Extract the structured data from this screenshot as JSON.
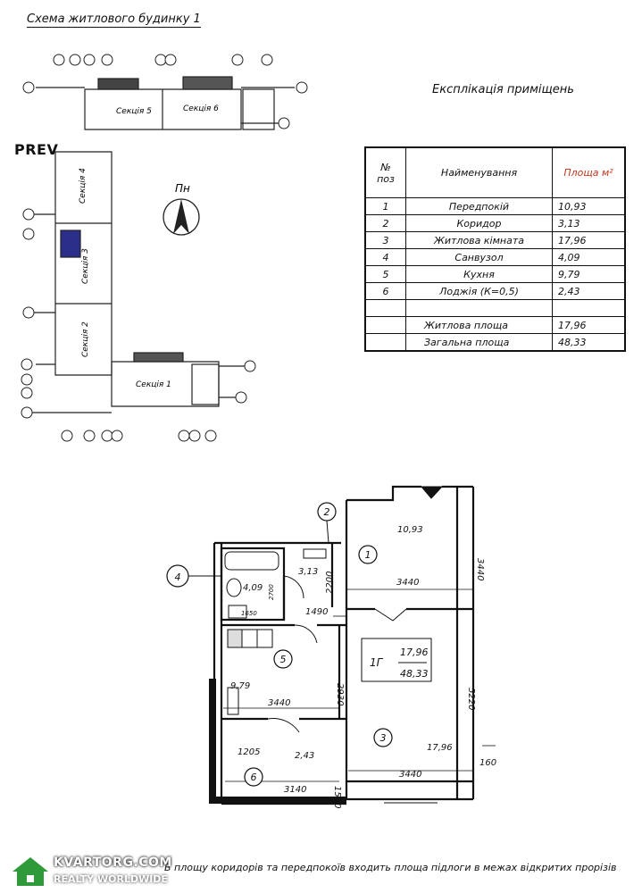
{
  "site_plan": {
    "title": "Схема житлового будинку 1",
    "sections": [
      "Секція 5",
      "Секція 6",
      "Секція 4",
      "Секція 3",
      "Секція 2",
      "Секція 1"
    ],
    "north_label": "Пн"
  },
  "prev_label": "PREV",
  "explication": {
    "title": "Експлікація приміщень",
    "col_num": "№ поз",
    "col_name": "Найменування",
    "col_area": "Площа м²",
    "rows": [
      {
        "num": "1",
        "name": "Передпокій",
        "area": "10,93"
      },
      {
        "num": "2",
        "name": "Коридор",
        "area": "3,13"
      },
      {
        "num": "3",
        "name": "Житлова кімната",
        "area": "17,96"
      },
      {
        "num": "4",
        "name": "Санвузол",
        "area": "4,09"
      },
      {
        "num": "5",
        "name": "Кухня",
        "area": "9,79"
      },
      {
        "num": "6",
        "name": "Лоджія (К=0,5)",
        "area": "2,43"
      }
    ],
    "living_label": "Житлова площа",
    "living_area": "17,96",
    "total_label": "Загальна площа",
    "total_area": "48,33"
  },
  "floor_plan": {
    "room_markers": [
      "1",
      "2",
      "3",
      "4",
      "5",
      "6"
    ],
    "areas": {
      "r1": "10,93",
      "r2": "3,13",
      "r3": "17,96",
      "r4": "4,09",
      "r5": "9,79",
      "r6": "2,43"
    },
    "dims": [
      "3440",
      "3440",
      "2200",
      "1490",
      "2700",
      "1650",
      "2930",
      "3440",
      "5220",
      "3440",
      "1205",
      "1550",
      "3140",
      "160"
    ],
    "apt_code": "1Г",
    "apt_living": "17,96",
    "apt_total": "48,33"
  },
  "footnote": "В площу коридорів та передпокоїв входить площа підлоги в межах відкритих прорізів",
  "watermark": {
    "top": "KVARTORG.COM",
    "bottom": "REALTY WORLDWIDE"
  }
}
